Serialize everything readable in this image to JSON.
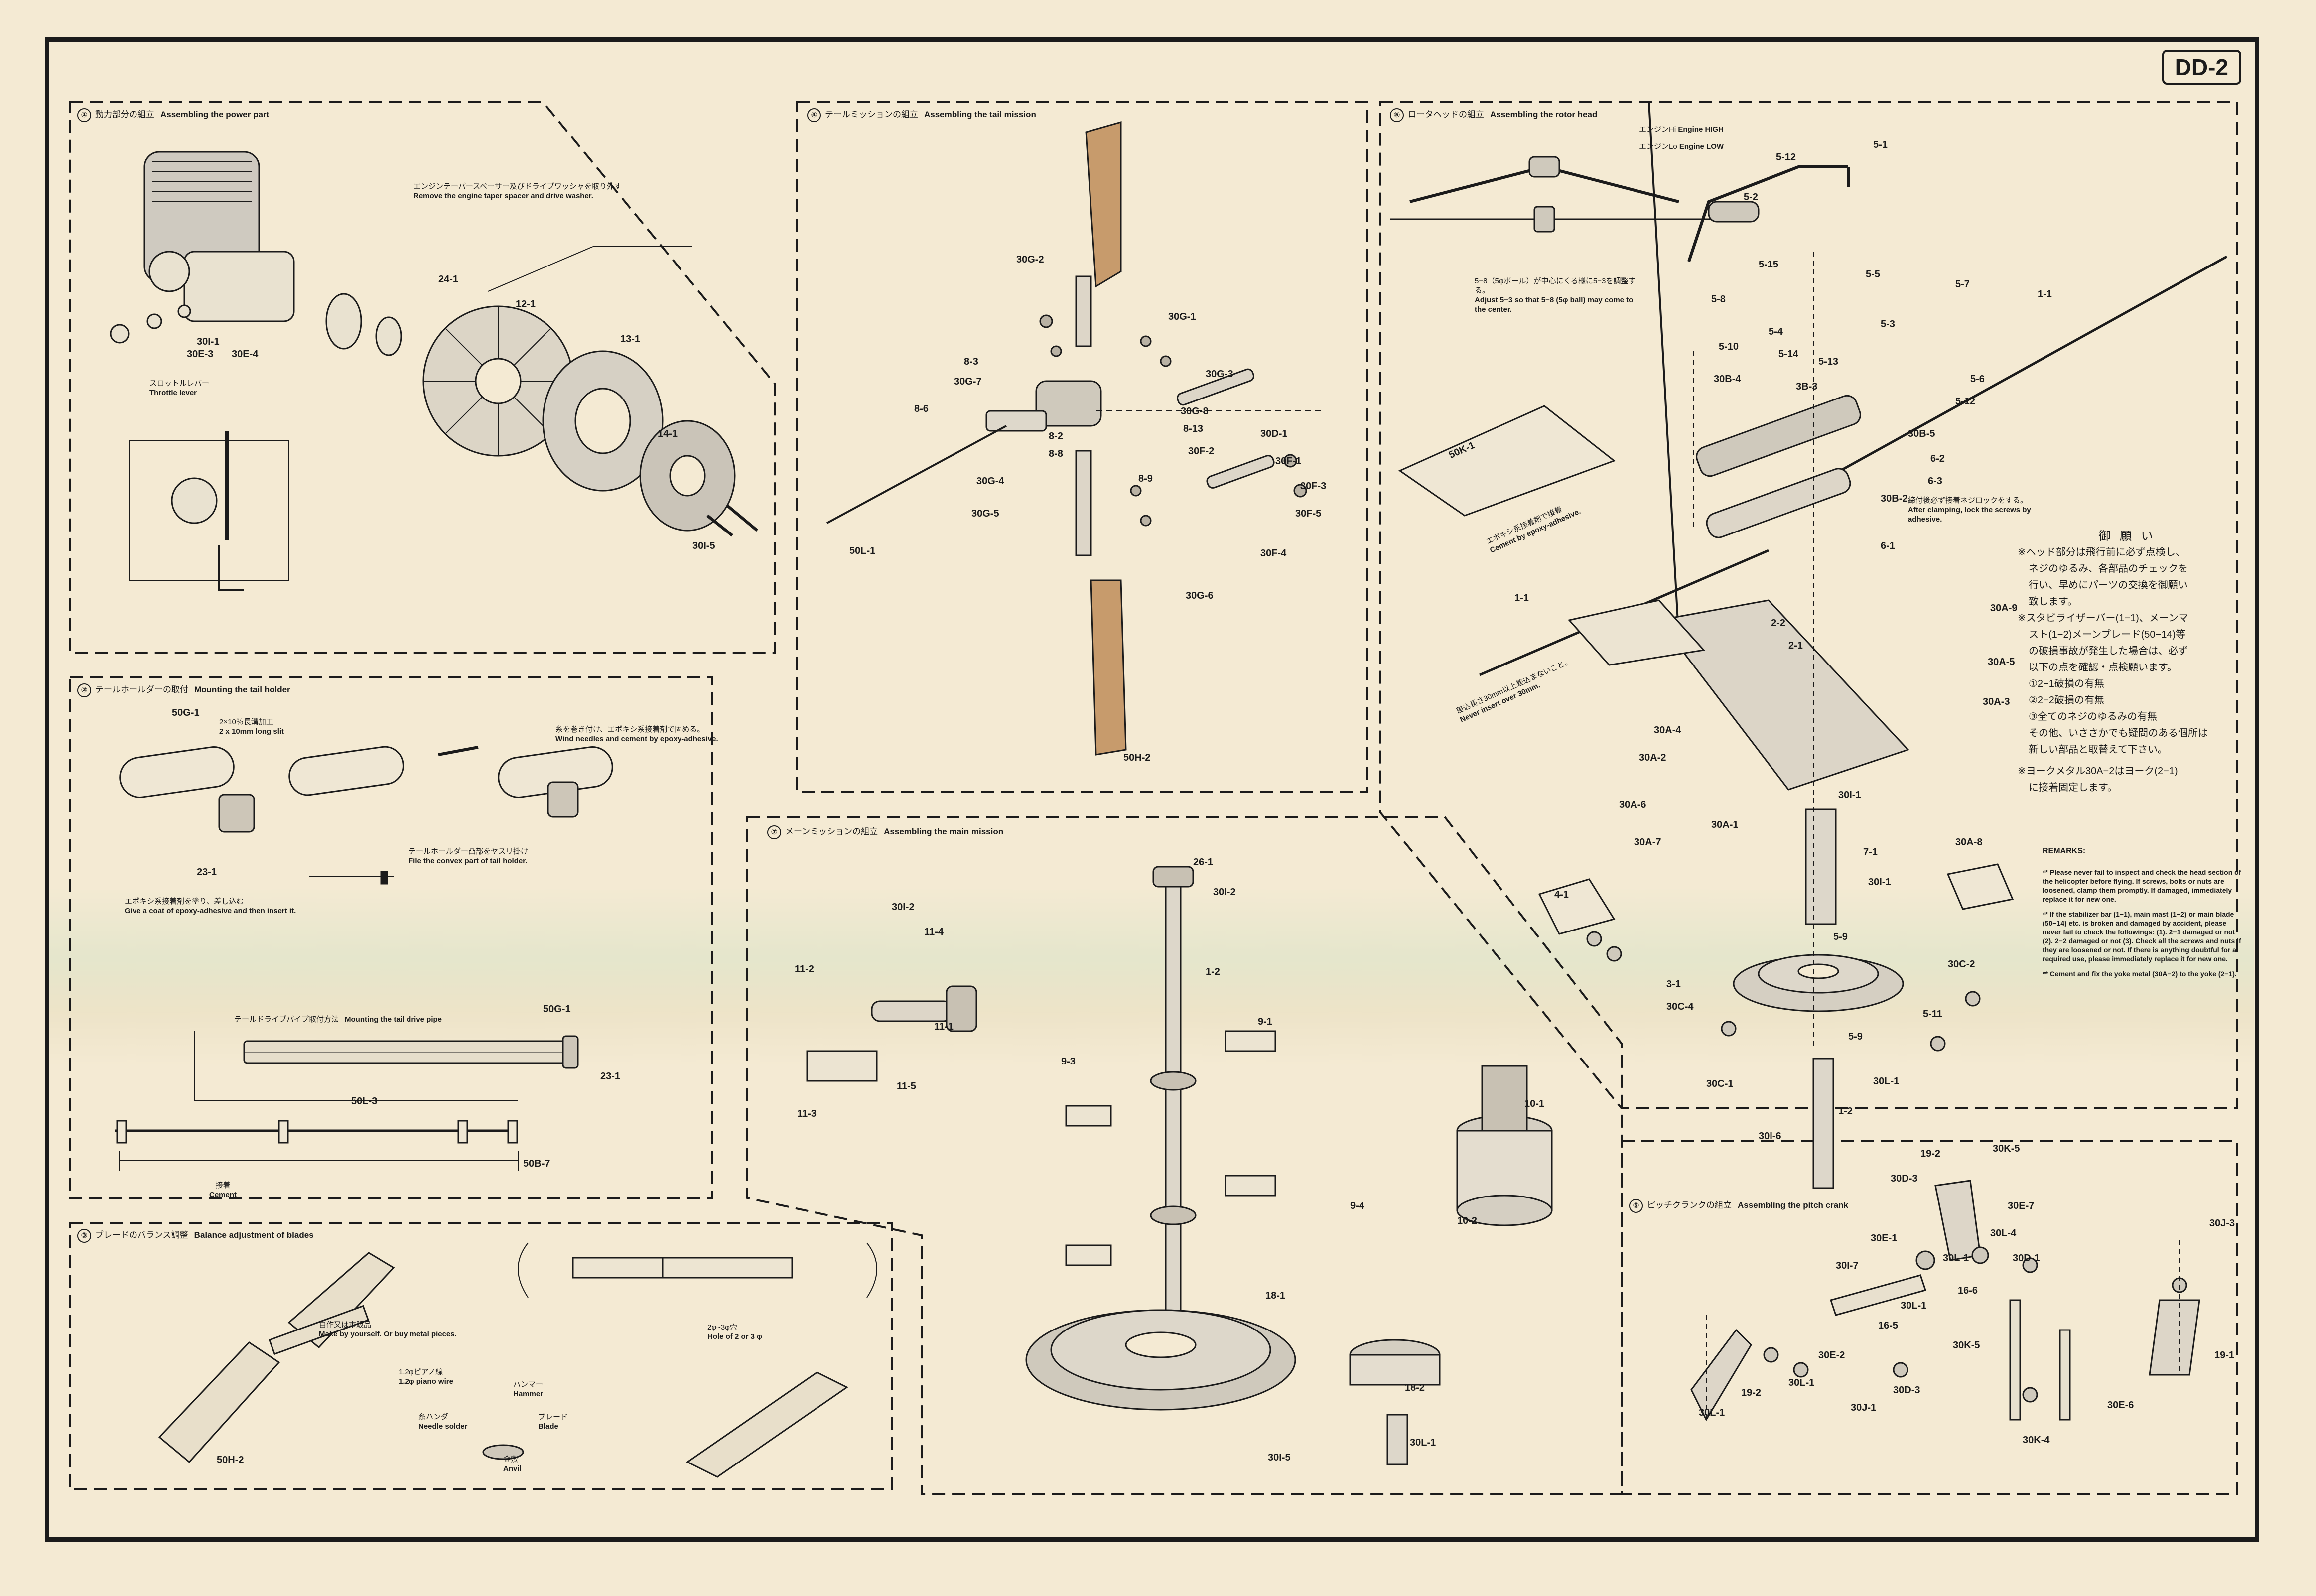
{
  "page_code": "DD-2",
  "panels": {
    "p1": {
      "number": "①",
      "title_jp": "動力部分の組立",
      "title_en": "Assembling the power part",
      "labels": [
        "24-1",
        "12-1",
        "13-1",
        "14-1",
        "30I-1",
        "30E-3",
        "30E-4",
        "30I-5"
      ],
      "notes": {
        "spacer_jp": "エンジンテーパースペーサー及びドライブワッシャを取り外す",
        "spacer_en": "Remove the engine taper spacer and drive washer.",
        "throttle_jp": "スロットルレバー",
        "throttle_en": "Throttle lever"
      }
    },
    "p2": {
      "number": "②",
      "title_jp": "テールホールダーの取付",
      "title_en": "Mounting the tail holder",
      "labels": [
        "50G-1",
        "23-1"
      ],
      "notes": {
        "slit_jp": "2×10％長溝加工",
        "slit_en": "2 x 10mm long slit",
        "wind_jp": "糸を巻き付け、エポキシ系接着剤で固める。",
        "wind_en": "Wind needles and cement by epoxy-adhesive.",
        "coat_jp": "エポキシ系接着剤を塗り、差し込む",
        "coat_en": "Give a coat of epoxy-adhesive and then insert it.",
        "file_jp": "テールホールダー凸部をヤスリ掛け",
        "file_en": "File the convex part of tail holder."
      }
    },
    "p2b": {
      "title_jp": "テールドライブパイプ取付方法",
      "title_en": "Mounting the tail drive pipe",
      "labels": [
        "50G-1",
        "23-1",
        "50L-3",
        "50B-7"
      ],
      "notes": {
        "cement_jp": "接着",
        "cement_en": "Cement"
      }
    },
    "p3": {
      "number": "③",
      "title_jp": "ブレードのバランス調整",
      "title_en": "Balance adjustment of blades",
      "labels": [
        "50H-2"
      ],
      "notes": {
        "make_jp": "自作又は市販品",
        "make_en": "Make by yourself. Or buy metal pieces.",
        "wire_jp": "1.2φピアノ線",
        "wire_en": "1.2φ piano wire",
        "hammer_jp": "ハンマー",
        "hammer_en": "Hammer",
        "needle_jp": "糸ハンダ",
        "needle_en": "Needle solder",
        "blade_jp": "ブレード",
        "blade_en": "Blade",
        "anvil_jp": "金敷",
        "anvil_en": "Anvil",
        "hole_jp": "2φ~3φ穴",
        "hole_en": "Hole of 2 or 3 φ"
      }
    },
    "p4": {
      "number": "④",
      "title_jp": "テールミッションの組立",
      "title_en": "Assembling the tail mission",
      "labels": [
        "30G-2",
        "30G-1",
        "30G-3",
        "30G-8",
        "8-3",
        "30G-7",
        "8-6",
        "8-2",
        "8-13",
        "8-8",
        "30G-4",
        "8-9",
        "30G-5",
        "30D-1",
        "30F-2",
        "30F-1",
        "30F-3",
        "30F-5",
        "30F-4",
        "30G-6",
        "50L-1",
        "50H-2"
      ]
    },
    "p5": {
      "number": "⑤",
      "title_jp": "ロータヘッドの組立",
      "title_en": "Assembling the rotor head",
      "labels": [
        "5-1",
        "5-12",
        "5-2",
        "5-15",
        "5-5",
        "5-7",
        "5-8",
        "5-10",
        "5-4",
        "5-14",
        "5-13",
        "5-3",
        "1-1",
        "5-6",
        "5-12",
        "30B-4",
        "3B-3",
        "30B-5",
        "50K-1",
        "6-2",
        "6-3",
        "30B-2",
        "6-1",
        "1-1",
        "30A-9",
        "2-2",
        "2-1",
        "30A-5",
        "30A-3",
        "30A-4",
        "30A-2",
        "30A-6",
        "30I-1",
        "30A-1",
        "30A-7",
        "7-1",
        "30I-1",
        "30A-8",
        "4-1",
        "5-9",
        "30C-2",
        "3-1",
        "30C-4",
        "5-11",
        "5-9",
        "30C-1",
        "30L-1",
        "30I-6",
        "1-2"
      ],
      "notes": {
        "hi_jp": "エンジンHi",
        "hi_en": "Engine HIGH",
        "lo_jp": "エンジンLo",
        "lo_en": "Engine LOW",
        "adj_jp": "5−8（5φボール）が中心にくる様に5−3を調整する。",
        "adj_en": "Adjust 5−3 so that 5−8 (5φ ball) may come to the center.",
        "cement_jp": "エポキシ系接着剤で接着",
        "cement_en": "Cement by epoxy-adhesive.",
        "insert_jp": "差込長さ30mm以上差込まないこと。",
        "insert_en": "Never insert over 30mm.",
        "lock_jp": "締付後必ず接着ネジロックをする。",
        "lock_en": "After clamping, lock the screws by adhesive."
      }
    },
    "p6": {
      "number": "⑥",
      "title_jp": "ピッチクランクの組立",
      "title_en": "Assembling the pitch crank",
      "labels": [
        "19-2",
        "30K-5",
        "30D-3",
        "30J-3",
        "30E-7",
        "30L-4",
        "30E-1",
        "30L-1",
        "30D-1",
        "30I-7",
        "16-6",
        "30L-1",
        "16-5",
        "30E-2",
        "30K-5",
        "19-1",
        "30L-1",
        "30D-3",
        "30E-6",
        "19-2",
        "30J-1",
        "30L-1",
        "30K-4"
      ]
    },
    "p7": {
      "number": "⑦",
      "title_jp": "メーンミッションの組立",
      "title_en": "Assembling the main mission",
      "labels": [
        "26-1",
        "30I-2",
        "30I-2",
        "11-4",
        "11-2",
        "1-2",
        "9-1",
        "9-3",
        "11-1",
        "11-5",
        "11-3",
        "10-1",
        "9-4",
        "10-2",
        "18-1",
        "18-2",
        "30I-5",
        "30L-1"
      ]
    }
  },
  "caution": {
    "title": "御 願 い",
    "lines": [
      "※ヘッド部分は飛行前に必ず点検し、",
      "ネジのゆるみ、各部品のチェックを",
      "行い、早めにパーツの交換を御願い",
      "致します。",
      "※スタビライザーバー(1−1)、メーンマ",
      "スト(1−2)メーンブレード(50−14)等",
      "の破損事故が発生した場合は、必ず",
      "以下の点を確認・点検願います。",
      "①2−1破損の有無",
      "②2−2破損の有無",
      "③全てのネジのゆるみの有無",
      "その他、いささかでも疑問のある個所は",
      "新しい部品と取替えて下さい。",
      "※ヨークメタル30A−2はヨーク(2−1)",
      "に接着固定します。"
    ]
  },
  "remarks": {
    "title": "REMARKS:",
    "items": [
      "** Please never fail to inspect and check the head section of the helicopter before flying. If screws, bolts or nuts are loosened, clamp them promptly. If damaged, immediately replace it for new one.",
      "** If the stabilizer bar (1−1), main mast (1−2) or main blade (50−14) etc. is broken and damaged by accident, please never fail to check the followings: (1). 2−1 damaged or not (2). 2−2 damaged or not (3). Check all the screws and nuts if they are loosened or not. If there is anything doubtful for a required use, please immediately replace it for new one.",
      "** Cement and fix the yoke metal (30A−2) to the yoke (2−1)."
    ]
  },
  "colors": {
    "paper": "#f4ead3",
    "ink": "#1b1b1b",
    "metal": "#8a8a8a",
    "wood": "#b07a4a"
  }
}
